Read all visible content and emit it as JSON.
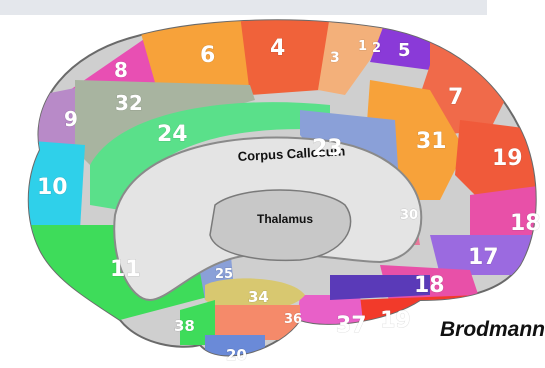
{
  "figure": {
    "structures": {
      "corpus_callosum": "Corpus Callosum",
      "thalamus": "Thalamus"
    },
    "area_labels": [
      "4",
      "3",
      "1",
      "2",
      "5",
      "6",
      "8",
      "32",
      "9",
      "24",
      "7",
      "23",
      "31",
      "10",
      "19",
      "18",
      "30",
      "17",
      "11",
      "25",
      "18",
      "34",
      "19",
      "37",
      "38",
      "36",
      "20"
    ],
    "caption": "Brodmann",
    "colors": {
      "area_4": "#f0623a",
      "area_6": "#f7a23a",
      "area_8": "#e84fb3",
      "area_32": "#a8b4a0",
      "area_24": "#5ae08a",
      "area_10": "#2fd0ea",
      "area_11": "#3edc5a",
      "area_7": "#f06a4a",
      "area_31": "#f7a23a",
      "area_19": "#f05a3a",
      "area_18": "#e850a8",
      "area_17": "#9b6ae0",
      "area_5": "#8a3ad8",
      "area_23": "#8aa0d8"
    }
  }
}
